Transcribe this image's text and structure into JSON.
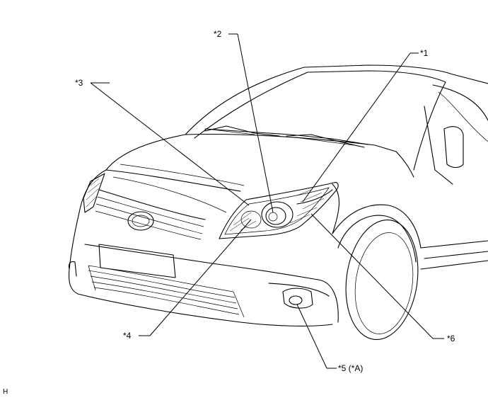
{
  "callouts": {
    "c1": "*1",
    "c2": "*2",
    "c3": "*3",
    "c4": "*4",
    "c5": "*5 (*A)",
    "c6": "*6"
  },
  "footer_code": "H"
}
